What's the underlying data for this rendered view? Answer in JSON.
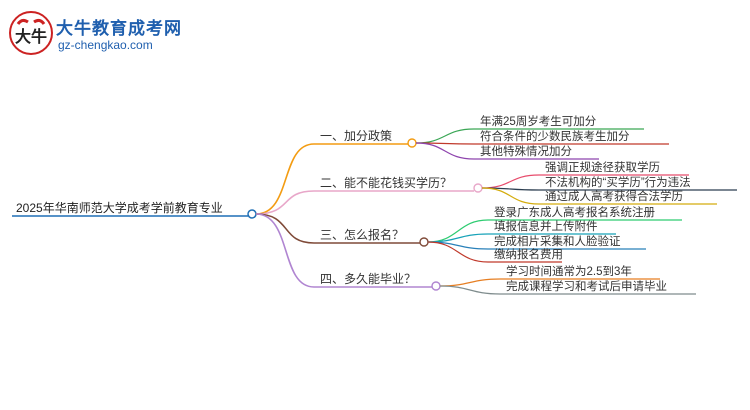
{
  "brand": {
    "name": "大牛教育成考网",
    "url": "gz-chengkao.com",
    "logo_glyph": "大牛"
  },
  "root": {
    "label": "2025年华南师范大学成考学前教育专业"
  },
  "branches": [
    {
      "label": "一、加分政策",
      "color": "#f39c12",
      "children": [
        "年满25周岁考生可加分",
        "符合条件的少数民族考生加分",
        "其他特殊情况加分"
      ]
    },
    {
      "label": "二、能不能花钱买学历？",
      "color": "#e8a7c9",
      "children": [
        "强调正规途径获取学历",
        "不法机构的“买学历”行为违法",
        "通过成人高考获得合法学历"
      ]
    },
    {
      "label": "三、怎么报名？",
      "color": "#7f4a38",
      "children": [
        "登录广东成人高考报名系统注册",
        "填报信息并上传附件",
        "完成相片采集和人脸验证",
        "缴纳报名费用"
      ]
    },
    {
      "label": "四、多久能毕业？",
      "color": "#b085d1",
      "children": [
        "学习时间通常为2.5到3年",
        "完成课程学习和考试后申请毕业"
      ]
    }
  ],
  "child_colors": [
    [
      "#3aa655",
      "#c0392b",
      "#8e44ad"
    ],
    [
      "#e74c6c",
      "#2c3e50",
      "#d4ac0d"
    ],
    [
      "#2ecc71",
      "#17a2b8",
      "#2980b9",
      "#c0392b"
    ],
    [
      "#e67e22",
      "#7f8c8d"
    ]
  ]
}
